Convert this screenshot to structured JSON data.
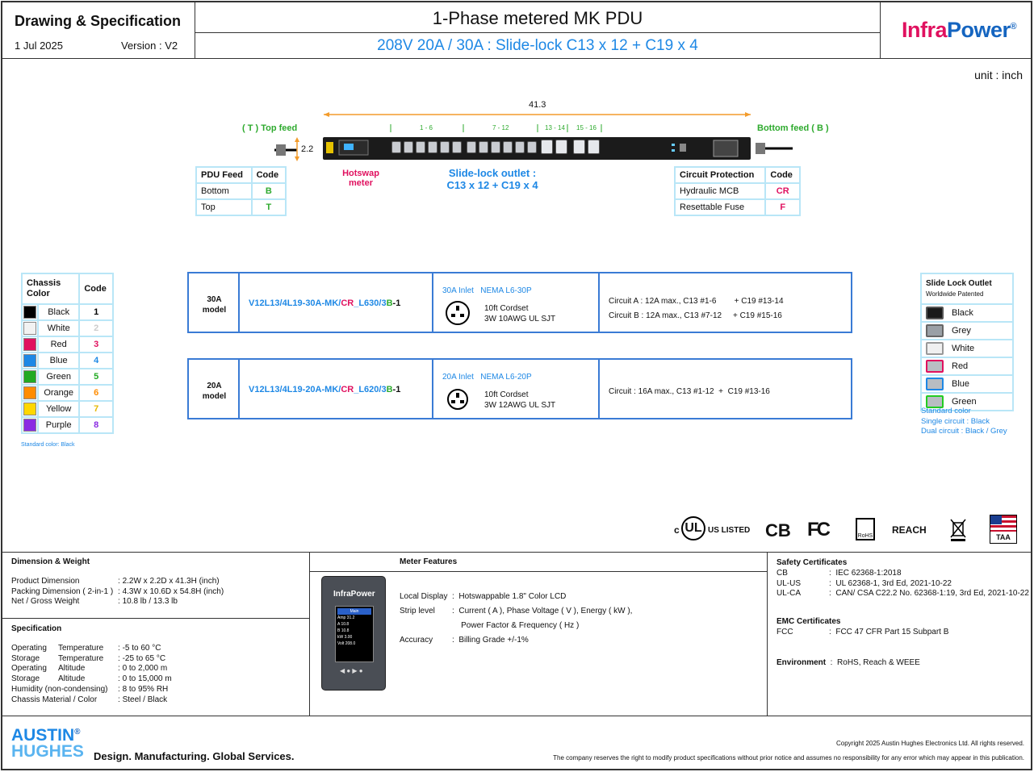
{
  "header": {
    "doc_title": "Drawing & Specification",
    "date": "1 Jul 2025",
    "version": "Version : V2",
    "product_title": "1-Phase metered MK PDU",
    "product_subtitle": "208V 20A / 30A  :  Slide-lock C13 x 12  +  C19 x 4",
    "logo_infra": "Infra",
    "logo_power": "Power",
    "logo_reg": "®"
  },
  "unit": "unit : inch",
  "drawing": {
    "length": "41.3",
    "height": "2.2",
    "top_feed": "( T ) Top feed",
    "bottom_feed": "Bottom feed ( B )",
    "groups": [
      "1 - 6",
      "7 - 12",
      "13 - 14",
      "15 - 16"
    ],
    "hotswap": "Hotswap",
    "meter": "meter",
    "slidelock_line1": "Slide-lock outlet :",
    "slidelock_line2": "C13 x 12  +  C19 x 4"
  },
  "pdu_feed": {
    "headers": [
      "PDU Feed",
      "Code"
    ],
    "rows": [
      [
        "Bottom",
        "B"
      ],
      [
        "Top",
        "T"
      ]
    ]
  },
  "circuit_protection": {
    "headers": [
      "Circuit Protection",
      "Code"
    ],
    "rows": [
      [
        "Hydraulic MCB",
        "CR"
      ],
      [
        "Resettable Fuse",
        "F"
      ]
    ]
  },
  "chassis_color": {
    "header_line1": "Chassis",
    "header_line2": "Color",
    "header_code": "Code",
    "rows": [
      {
        "name": "Black",
        "code": "1",
        "swatch": "#000000",
        "code_color": "#000000"
      },
      {
        "name": "White",
        "code": "2",
        "swatch": "#f2f2f2",
        "code_color": "#cccccc"
      },
      {
        "name": "Red",
        "code": "3",
        "swatch": "#e0115f",
        "code_color": "#e0115f"
      },
      {
        "name": "Blue",
        "code": "4",
        "swatch": "#1e88e5",
        "code_color": "#1e88e5"
      },
      {
        "name": "Green",
        "code": "5",
        "swatch": "#22aa22",
        "code_color": "#22aa22"
      },
      {
        "name": "Orange",
        "code": "6",
        "swatch": "#ff8c00",
        "code_color": "#ff8c00"
      },
      {
        "name": "Yellow",
        "code": "7",
        "swatch": "#ffd700",
        "code_color": "#e6b800"
      },
      {
        "name": "Purple",
        "code": "8",
        "swatch": "#8a2be2",
        "code_color": "#8a2be2"
      }
    ],
    "note": "Standard color: Black"
  },
  "models": [
    {
      "amp_line1": "30A",
      "amp_line2": "model",
      "pn_a": "V12L13/4L19-30A-MK/",
      "pn_cr": "CR",
      "pn_b": "_L630/3",
      "pn_bb": "B",
      "pn_c": "-1",
      "inlet_amp": "30A Inlet",
      "inlet_nema": "NEMA L6-30P",
      "cord1": "10ft Cordset",
      "cord2": "3W 10AWG UL SJT",
      "circuit1": "Circuit A : 12A max., C13 #1-6        + C19 #13-14",
      "circuit2": "Circuit B : 12A max., C13 #7-12     + C19 #15-16"
    },
    {
      "amp_line1": "20A",
      "amp_line2": "model",
      "pn_a": "V12L13/4L19-20A-MK/",
      "pn_cr": "CR",
      "pn_b": "_L620/3",
      "pn_bb": "B",
      "pn_c": "-1",
      "inlet_amp": "20A Inlet",
      "inlet_nema": "NEMA L6-20P",
      "cord1": "10ft Cordset",
      "cord2": "3W 12AWG UL SJT",
      "circuit1": "Circuit : 16A max., C13 #1-12  +  C19 #13-16",
      "circuit2": ""
    }
  ],
  "slide_lock": {
    "title": "Slide Lock Outlet",
    "subtitle": "Worldwide Patented",
    "rows": [
      {
        "name": "Black",
        "fill": "#1a1a1a",
        "border": "#555"
      },
      {
        "name": "Grey",
        "fill": "#9aa0a6",
        "border": "#666"
      },
      {
        "name": "White",
        "fill": "#f0f0f0",
        "border": "#999"
      },
      {
        "name": "Red",
        "fill": "#b9bdc2",
        "border": "#e0115f"
      },
      {
        "name": "Blue",
        "fill": "#b9bdc2",
        "border": "#1e88e5"
      },
      {
        "name": "Green",
        "fill": "#b9bdc2",
        "border": "#22cc22"
      }
    ],
    "note1": "Standard color",
    "note2": "Single circuit : Black",
    "note3": "Dual circuit : Black / Grey"
  },
  "certs": {
    "ul": "US LISTED",
    "cb": "CB",
    "fc": "FC",
    "rohs": "RoHS",
    "reach": "REACH",
    "taa": "TAA"
  },
  "dimension": {
    "title": "Dimension & Weight",
    "rows": [
      [
        "Product Dimension",
        "2.2W x 2.2D x 41.3H (inch)"
      ],
      [
        "Packing Dimension ( 2-in-1 )",
        "4.3W x 10.6D x 54.8H (inch)"
      ],
      [
        "Net / Gross Weight",
        "10.8 lb / 13.3 lb"
      ]
    ]
  },
  "specification": {
    "title": "Specification",
    "rows": [
      [
        "Operating",
        "Temperature",
        "-5 to 60 °C"
      ],
      [
        "Storage",
        "Temperature",
        "-25 to 65 °C"
      ],
      [
        "Operating",
        "Altitude",
        "0 to 2,000 m"
      ],
      [
        "Storage",
        "Altitude",
        "0 to 15,000 m"
      ],
      [
        "Humidity (non-condensing)",
        "",
        "8 to 95% RH"
      ],
      [
        "Chassis Material / Color",
        "",
        "Steel / Black"
      ]
    ]
  },
  "meter": {
    "title": "Meter Features",
    "local_display_label": "Local Display",
    "local_display_value": "Hotswappable 1.8\" Color LCD",
    "strip_label": "Strip level",
    "strip_value1": "Current ( A ), Phase Voltage ( V ), Energy ( kW ),",
    "strip_value2": "Power Factor & Frequency ( Hz )",
    "accuracy_label": "Accuracy",
    "accuracy_value": "Billing Grade  +/-1%",
    "device_brand": "InfraPower",
    "screen_title": "Main",
    "screen_lines": [
      "Amp    31.2",
      "A      10.8",
      "B      10.8",
      "kW     3.00",
      "Volt  208.0"
    ]
  },
  "safety": {
    "title": "Safety Certificates",
    "rows": [
      [
        "CB",
        "IEC 62368-1:2018"
      ],
      [
        "UL-US",
        "UL 62368-1, 3rd Ed, 2021-10-22"
      ],
      [
        "UL-CA",
        "CAN/ CSA C22.2 No. 62368-1:19, 3rd Ed, 2021-10-22"
      ]
    ],
    "emc_title": "EMC Certificates",
    "emc_label": "FCC",
    "emc_value": "FCC 47 CFR Part 15 Subpart B",
    "env_label": "Environment",
    "env_value": "RoHS, Reach & WEEE"
  },
  "footer": {
    "austin": "AUSTIN",
    "hughes": "HUGHES",
    "reg": "®",
    "tagline": "Design. Manufacturing. Global Services.",
    "copyright": "Copyright 2025 Austin Hughes Electronics Ltd. All rights reserved.",
    "disclaimer": "The company reserves the right to modify product specifications without prior notice and assumes no responsibility for any error which may appear in this publication."
  }
}
